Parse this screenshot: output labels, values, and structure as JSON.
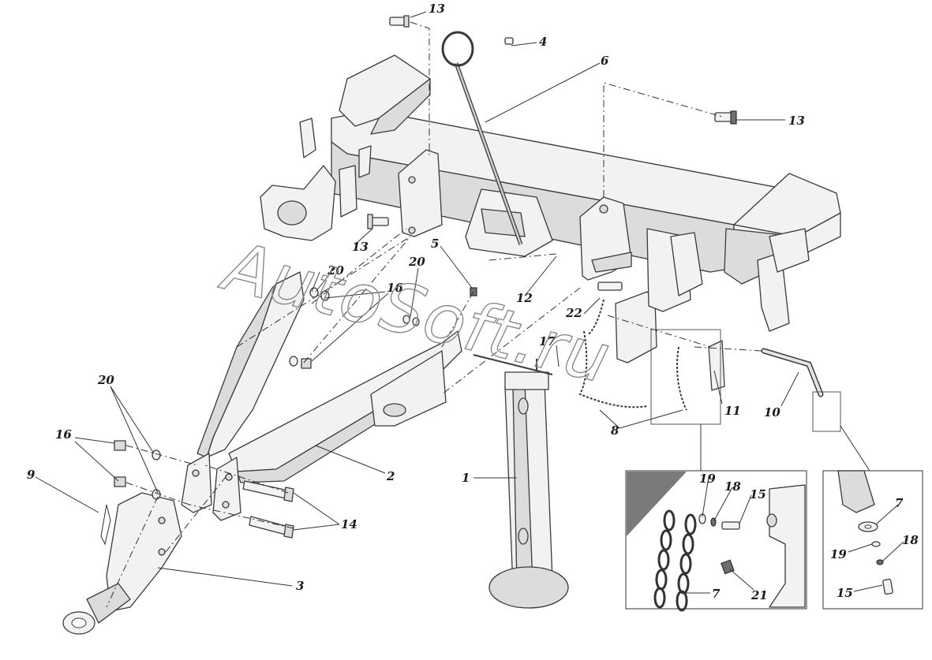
{
  "watermark": "AutoSoft.ru",
  "callouts": {
    "c1": "1",
    "c2": "2",
    "c3": "3",
    "c4": "4",
    "c5": "5",
    "c6": "6",
    "c7a": "7",
    "c7b": "7",
    "c8": "8",
    "c9": "9",
    "c10": "10",
    "c11": "11",
    "c12": "12",
    "c13a": "13",
    "c13b": "13",
    "c13c": "13",
    "c14": "14",
    "c15a": "15",
    "c15b": "15",
    "c16a": "16",
    "c16b": "16",
    "c17": "17",
    "c18a": "18",
    "c18b": "18",
    "c19a": "19",
    "c19b": "19",
    "c20a": "20",
    "c20b": "20",
    "c20c": "20",
    "c21": "21",
    "c22": "22"
  },
  "colors": {
    "part_fill": "#f2f2f2",
    "outline": "#3a3a3a",
    "inset_bg": "#7a7a7a"
  }
}
